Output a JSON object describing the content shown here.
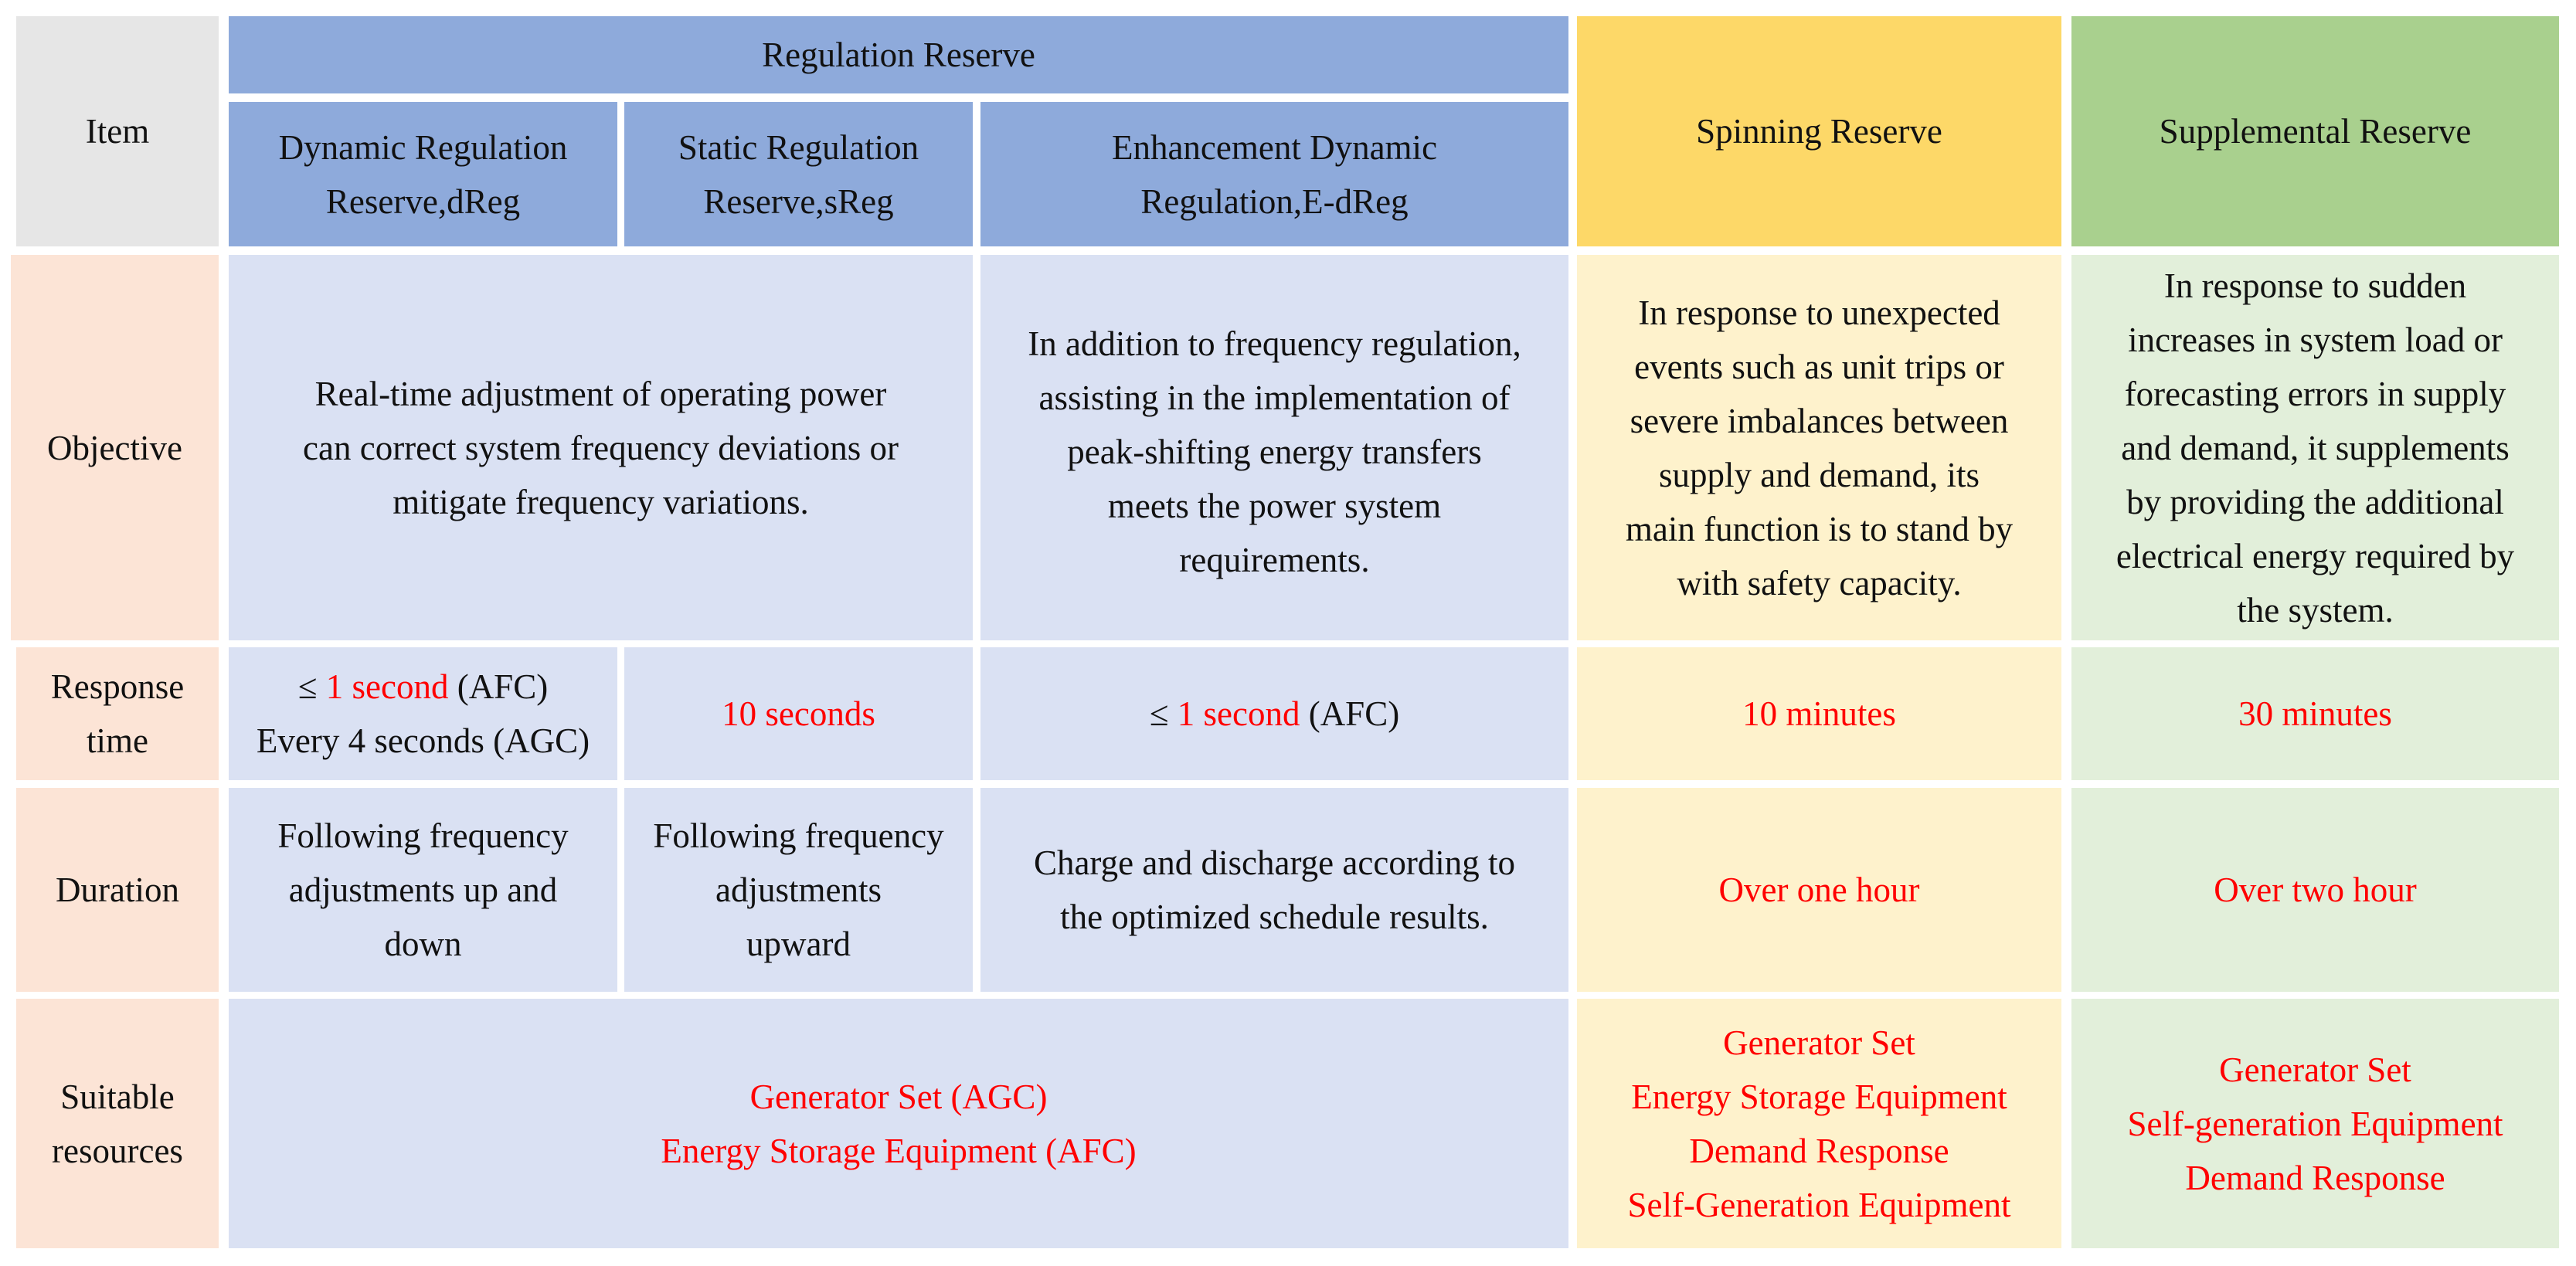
{
  "header": {
    "item": "Item",
    "regulation_reserve": "Regulation Reserve",
    "dreg": [
      "Dynamic Regulation",
      "Reserve,dReg"
    ],
    "sreg": [
      "Static Regulation",
      "Reserve,sReg"
    ],
    "edreg": [
      "Enhancement Dynamic",
      "Regulation,E-dReg"
    ],
    "spinning": "Spinning Reserve",
    "supplemental": "Supplemental Reserve"
  },
  "rows": {
    "objective": {
      "label": "Objective",
      "reg": [
        "Real-time adjustment of operating power",
        "can correct system frequency deviations or",
        "mitigate frequency variations."
      ],
      "edreg": [
        "In addition to frequency regulation,",
        "assisting in the implementation of",
        "peak-shifting energy transfers",
        "meets the power system",
        "requirements."
      ],
      "spinning": [
        "In response to unexpected",
        "events such as unit trips or",
        "severe imbalances between",
        "supply and demand, its",
        "main function is to stand by",
        "with safety capacity."
      ],
      "supplemental": [
        "In response to sudden",
        "increases in system load or",
        "forecasting errors in supply",
        "and demand, it supplements",
        "by providing the additional",
        "electrical energy required by",
        "the system."
      ]
    },
    "response_time": {
      "label": [
        "Response",
        "time"
      ],
      "dreg": {
        "prefix": "≤ ",
        "red": "1 second",
        "suffix": " (AFC)",
        "line2": "Every 4 seconds (AGC)"
      },
      "sreg": "10 seconds",
      "edreg": {
        "prefix": "≤ ",
        "red": "1 second",
        "suffix": " (AFC)"
      },
      "spinning": "10 minutes",
      "supplemental": "30 minutes"
    },
    "duration": {
      "label": "Duration",
      "dreg": [
        "Following frequency",
        "adjustments up and",
        "down"
      ],
      "sreg": [
        "Following frequency",
        "adjustments",
        "upward"
      ],
      "edreg": [
        "Charge and discharge according to",
        "the optimized schedule results."
      ],
      "spinning": "Over one hour",
      "supplemental": "Over two hour"
    },
    "resources": {
      "label": [
        "Suitable",
        "resources"
      ],
      "reg": [
        "Generator Set (AGC)",
        "Energy Storage Equipment (AFC)"
      ],
      "spinning": [
        "Generator Set",
        "Energy Storage Equipment",
        "Demand Response",
        "Self-Generation Equipment"
      ],
      "supplemental": [
        "Generator Set",
        "Self-generation Equipment",
        "Demand Response"
      ]
    }
  },
  "colors": {
    "header_blue": "#8eaadb",
    "body_blue": "#dae1f3",
    "header_yellow": "#fdd868",
    "body_yellow": "#fef2cc",
    "header_green": "#a9d08e",
    "body_green": "#e2efda",
    "item_grey": "#e6e6e6",
    "label_peach": "#fce4d6",
    "highlight_red": "#ff0000"
  }
}
